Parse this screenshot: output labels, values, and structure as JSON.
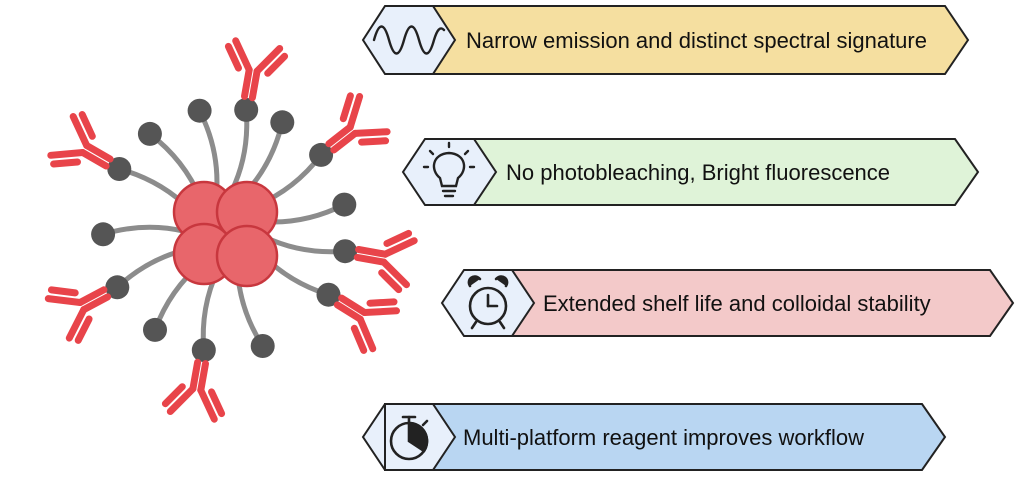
{
  "features": [
    {
      "id": "emission",
      "label": "Narrow emission and distinct spectral signature",
      "icon": "sine-wave-icon",
      "fill": "#F5DFA0",
      "hex_fill": "#E8F0FB"
    },
    {
      "id": "photostability",
      "label": "No photobleaching, Bright fluorescence",
      "icon": "light-bulb-icon",
      "fill": "#DFF3D8",
      "hex_fill": "#E8F0FB"
    },
    {
      "id": "stability",
      "label": "Extended shelf life and colloidal stability",
      "icon": "alarm-clock-icon",
      "fill": "#F3C9C9",
      "hex_fill": "#E8F0FB"
    },
    {
      "id": "workflow",
      "label": "Multi-platform reagent improves workflow",
      "icon": "stopwatch-icon",
      "fill": "#B9D6F2",
      "hex_fill": "#E8F0FB"
    }
  ],
  "colors": {
    "core": "#E8666B",
    "core_stroke": "#C8373E",
    "ligand": "#8C8C8C",
    "ligand_head": "#555555",
    "antibody": "#E8444A",
    "outline": "#222222"
  },
  "ligands": [
    {
      "angle": -80,
      "antibody": true
    },
    {
      "angle": -102,
      "antibody": false
    },
    {
      "angle": -62,
      "antibody": false
    },
    {
      "angle": -38,
      "antibody": true
    },
    {
      "angle": -128,
      "antibody": false
    },
    {
      "angle": -150,
      "antibody": true
    },
    {
      "angle": -12,
      "antibody": false
    },
    {
      "angle": 10,
      "antibody": true
    },
    {
      "angle": 178,
      "antibody": false
    },
    {
      "angle": 152,
      "antibody": true
    },
    {
      "angle": 32,
      "antibody": true
    },
    {
      "angle": 125,
      "antibody": false
    },
    {
      "angle": 100,
      "antibody": true
    },
    {
      "angle": 72,
      "antibody": false
    }
  ]
}
